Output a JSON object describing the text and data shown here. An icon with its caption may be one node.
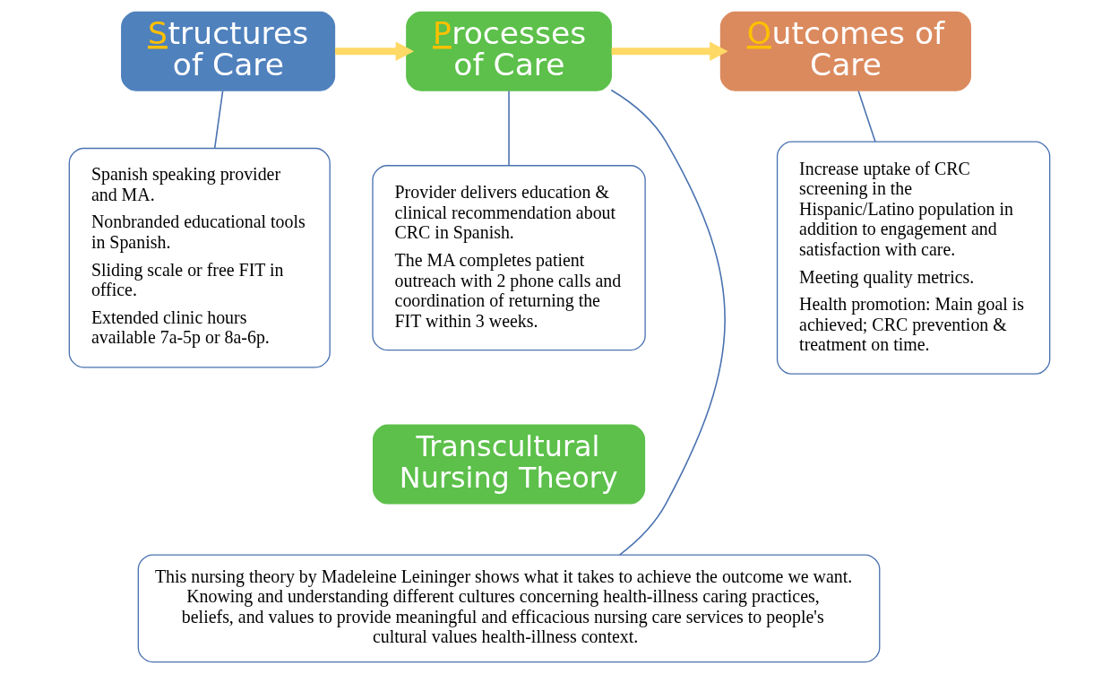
{
  "diagram": {
    "nodes": [
      {
        "text": [
          "Structures of Care"
        ]
      },
      {
        "text": [
          "Processes of Care"
        ]
      },
      {
        "text": [
          "Outcomes of Care"
        ]
      },
      {
        "text": [
          "Spanish speaking provider and MA.",
          "Nonbranded educational tools in Spanish.",
          "Sliding scale or free FIT in office.",
          "Extended clinic hours available 7a-5p or 8a-6p."
        ]
      },
      {
        "text": [
          "Provider delivers education & clinical recommendation about CRC in Spanish.",
          "The MA completes patient outreach with 2 phone calls and coordination of returning the FIT within 3 weeks."
        ]
      },
      {
        "text": [
          "Increase uptake of CRC screening in the Hispanic/Latino population in addition to engagement and satisfaction with care.",
          "Meeting quality metrics.",
          "Health promotion: Main goal is achieved; CRC prevention & treatment on time."
        ]
      },
      {
        "text": [
          "Transcultural Nursing Theory"
        ]
      },
      {
        "text": [
          "This nursing theory by Madeleine Leininger shows what it takes to achieve the outcome we want. Knowing and understanding different cultures concerning health-illness caring practices, beliefs, and values to provide meaningful and efficacious nursing care services to people's cultural values health-illness context."
        ]
      }
    ],
    "edges": [
      {
        "from": 0,
        "to": 1,
        "arrow": "to",
        "style": "thick",
        "color": "#ffd966"
      },
      {
        "from": 1,
        "to": 2,
        "arrow": "to",
        "style": "thick",
        "color": "#ffd966"
      },
      {
        "from": 0,
        "to": 3,
        "arrow": "none"
      },
      {
        "from": 1,
        "to": 4,
        "arrow": "none"
      },
      {
        "from": 2,
        "to": 5,
        "arrow": "none"
      },
      {
        "from": 1,
        "to": 7,
        "arrow": "none"
      }
    ]
  }
}
